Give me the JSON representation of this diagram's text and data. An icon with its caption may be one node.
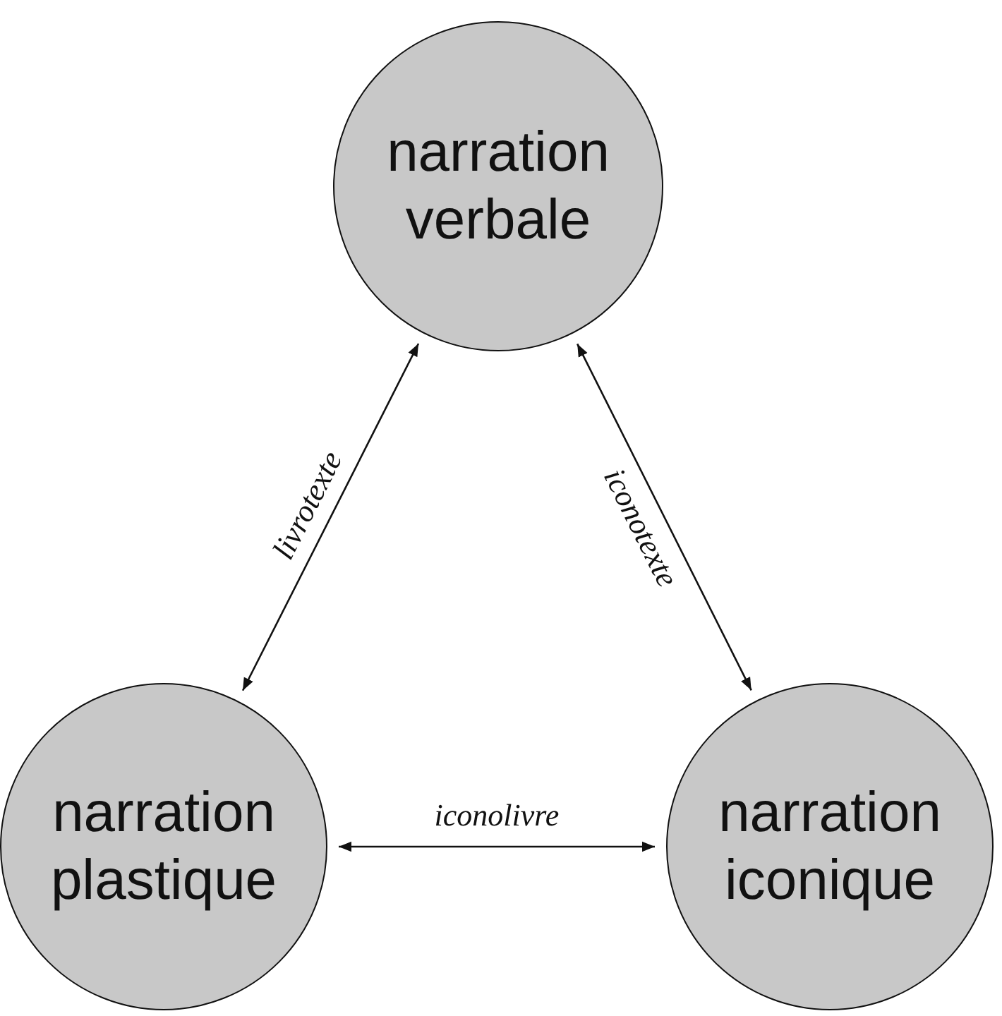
{
  "diagram": {
    "nodes": [
      {
        "text": [
          "narration verbale"
        ]
      },
      {
        "text": [
          "narration plastique"
        ]
      },
      {
        "text": [
          "narration iconique"
        ]
      }
    ],
    "edges": [
      {
        "from": 0,
        "to": 1,
        "arrow": "both",
        "label": "livrotexte"
      },
      {
        "from": 0,
        "to": 2,
        "arrow": "both",
        "label": "iconotexte"
      },
      {
        "from": 1,
        "to": 2,
        "arrow": "both",
        "label": "iconolivre"
      }
    ]
  }
}
